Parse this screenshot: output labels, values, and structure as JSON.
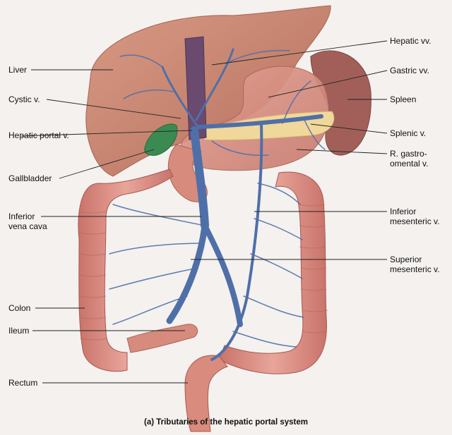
{
  "labels_left": [
    {
      "id": "liver",
      "text": "Liver"
    },
    {
      "id": "cystic",
      "text": "Cystic v."
    },
    {
      "id": "hepatic-portal",
      "text": "Hepatic portal v."
    },
    {
      "id": "gallbladder",
      "text": "Gallbladder"
    },
    {
      "id": "ivc",
      "text": "Inferior vena cava"
    },
    {
      "id": "colon",
      "text": "Colon"
    },
    {
      "id": "ileum",
      "text": "Ileum"
    },
    {
      "id": "rectum",
      "text": "Rectum"
    }
  ],
  "labels_right": [
    {
      "id": "hepatic-vv",
      "text": "Hepatic vv."
    },
    {
      "id": "gastric",
      "text": "Gastric vv."
    },
    {
      "id": "spleen",
      "text": "Spleen"
    },
    {
      "id": "splenic",
      "text": "Splenic v."
    },
    {
      "id": "gastro",
      "text": "R. gastro-omental v."
    },
    {
      "id": "inf-mes",
      "text": "Inferior mesenteric v."
    },
    {
      "id": "sup-mes",
      "text": "Superior mesenteric v."
    }
  ],
  "caption": "(a) Tributaries of the hepatic portal system",
  "colors": {
    "organ": "#d98a78",
    "organ_dark": "#b8655a",
    "liver": "#c9846f",
    "spleen": "#9c5a55",
    "gallbladder": "#3a8a52",
    "vein": "#4f6fa8",
    "vein_dark": "#3a5589",
    "fat": "#f0d9a0",
    "ivc": "#6a4a6e"
  }
}
